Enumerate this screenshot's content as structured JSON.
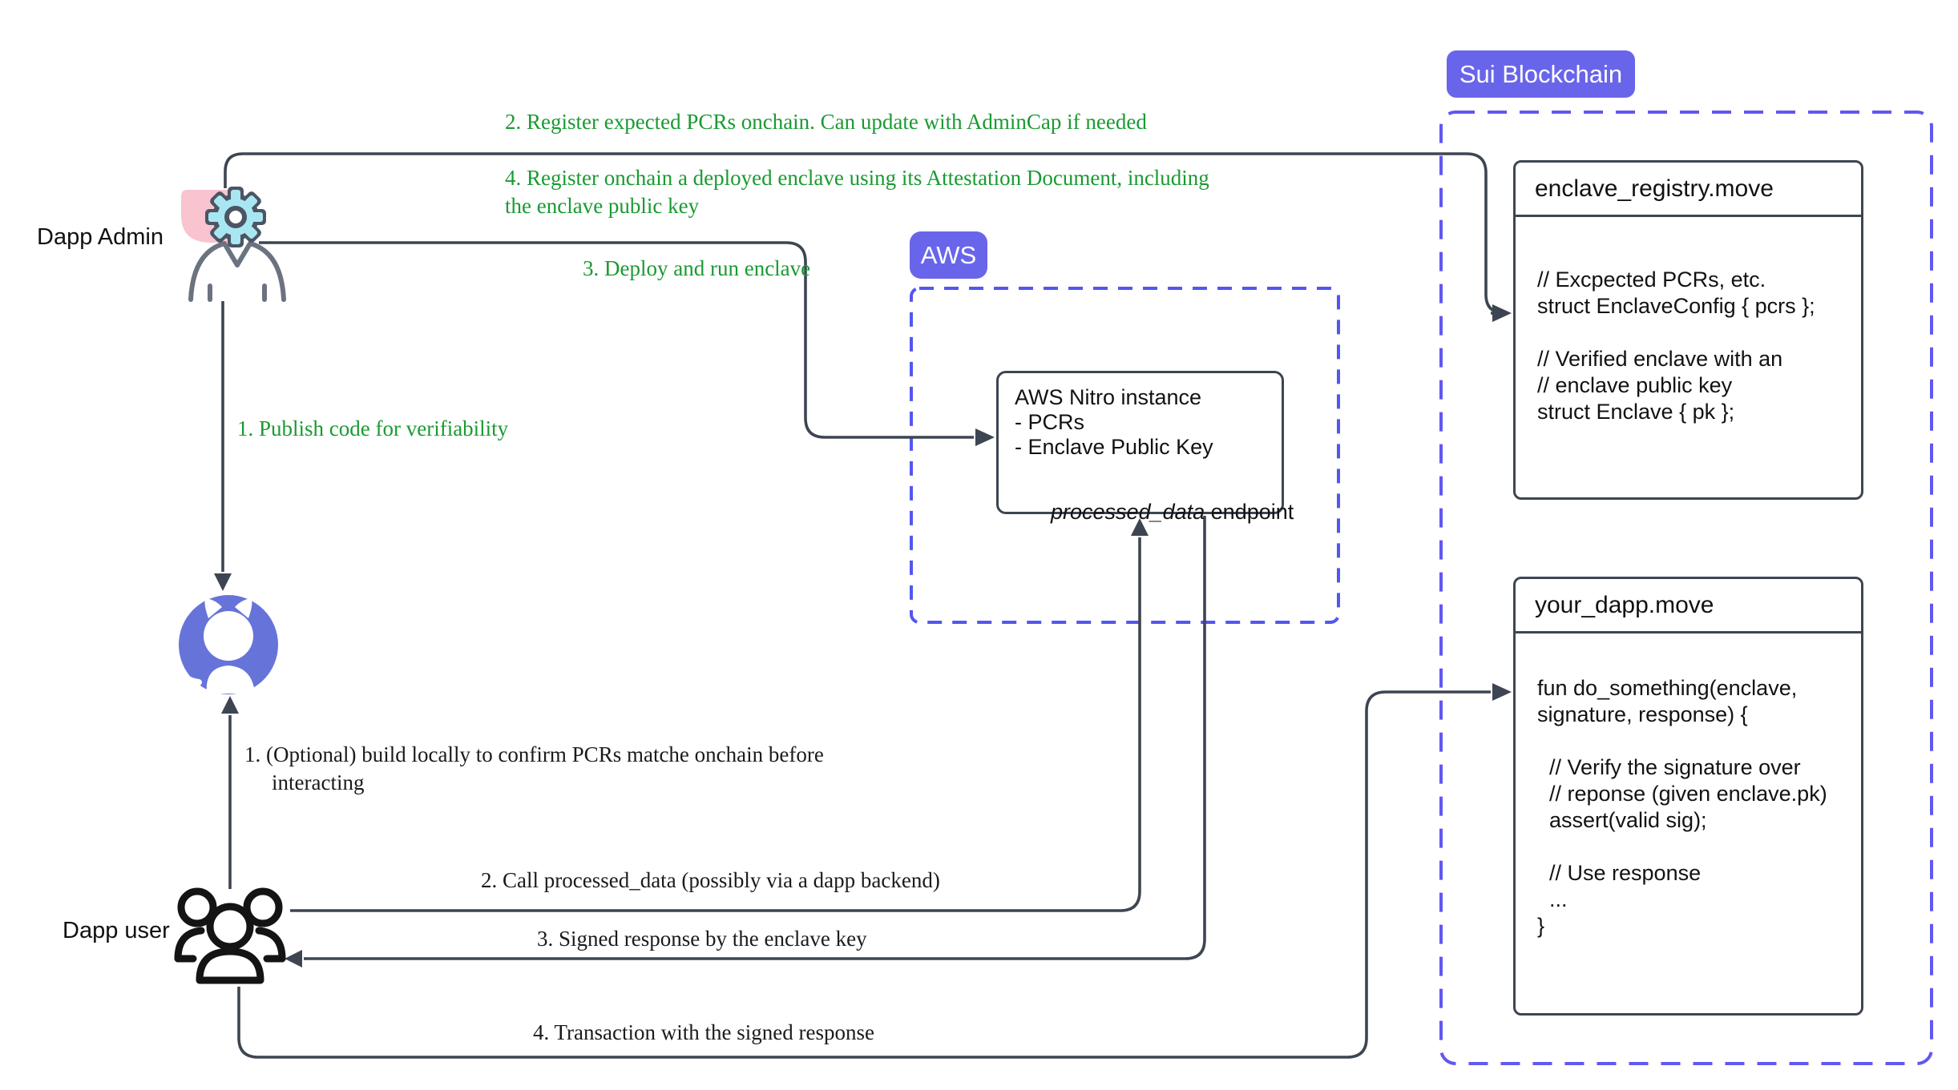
{
  "title_badges": {
    "sui": "Sui Blockchain",
    "aws": "AWS"
  },
  "actors": {
    "admin_label": "Dapp Admin",
    "user_label": "Dapp user"
  },
  "boxes": {
    "nitro": {
      "title": "AWS Nitro instance",
      "line1": "- PCRs",
      "line2": "- Enclave Public Key",
      "endpoint_italic": "processed_data",
      "endpoint_rest": " endpoint"
    },
    "registry": {
      "title": "enclave_registry.move",
      "lines": [
        "// Excpected PCRs, etc.",
        "struct EnclaveConfig { pcrs };",
        "",
        "// Verified enclave with an",
        "// enclave public key",
        "struct Enclave { pk };"
      ]
    },
    "dapp": {
      "title": "your_dapp.move",
      "lines": [
        "fun do_something(enclave,",
        "signature, response) {",
        "",
        "  // Verify the signature over",
        "  // reponse (given enclave.pk)",
        "  assert(valid sig);",
        "",
        "  // Use response",
        "  ...",
        "}"
      ]
    }
  },
  "step_labels": {
    "admin_1": "1. Publish code for verifiability",
    "admin_2": "2. Register expected PCRs onchain. Can update with AdminCap if needed",
    "admin_3": "3. Deploy and run enclave",
    "admin_4": "4. Register onchain a deployed enclave using its Attestation Document, including the enclave public key",
    "user_1": "1. (Optional) build locally to confirm PCRs matche onchain before interacting",
    "user_2": "2. Call processed_data (possibly via a dapp backend)",
    "user_3": "3. Signed response by the enclave key",
    "user_4": "4. Transaction with the signed response"
  },
  "icons": {
    "admin": "gear-person-icon",
    "github": "github-octocat-icon",
    "user": "user-group-icon"
  },
  "colors": {
    "badge_purple": "#6965ea",
    "sui_dash": "#6158f0",
    "aws_dash": "#5456f0",
    "green_label": "#1a9a32",
    "connector_line": "#3e4552",
    "box_border": "#3e4552",
    "github_circle": "#6673d9",
    "gear_pink": "#f9c3d0",
    "gear_cyan": "#a8e6f2"
  }
}
